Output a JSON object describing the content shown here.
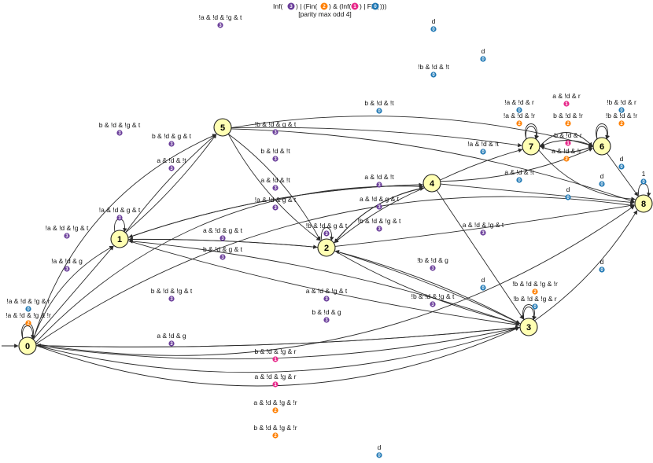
{
  "title": {
    "acceptance_parts": [
      "Inf(",
      "3",
      ") | (Fin(",
      "2",
      ") & (Inf(",
      "1",
      ") | Fin(",
      "0",
      ")))"
    ],
    "subtitle": "[parity max odd 4]"
  },
  "mark_colors": {
    "0": "#1f78b4",
    "1": "#e7298a",
    "2": "#ff7f00",
    "3": "#6a3d9a"
  },
  "states": [
    {
      "id": "0",
      "initial": true
    },
    {
      "id": "1"
    },
    {
      "id": "2"
    },
    {
      "id": "3"
    },
    {
      "id": "4"
    },
    {
      "id": "5"
    },
    {
      "id": "6"
    },
    {
      "id": "7"
    },
    {
      "id": "8"
    }
  ],
  "edges": [
    {
      "from": "0",
      "to": "0",
      "label": "!a & !d & !g & r",
      "mark": "0"
    },
    {
      "from": "0",
      "to": "0",
      "label": "!a & !d & !g & !r",
      "mark": "2"
    },
    {
      "from": "0",
      "to": "1",
      "label": "!a & !d & g",
      "mark": "3"
    },
    {
      "from": "0",
      "to": "1",
      "label": "!a & !d & !g & t",
      "mark": "3"
    },
    {
      "from": "0",
      "to": "5",
      "label": "b & !d & !g & t",
      "mark": "3"
    },
    {
      "from": "0",
      "to": "4",
      "label": "!a & !d & !g & t",
      "mark": "3"
    },
    {
      "from": "0",
      "to": "8",
      "label": "d",
      "mark": "0"
    },
    {
      "from": "0",
      "to": "3",
      "label": "b & !d & !g & r",
      "mark": "1"
    },
    {
      "from": "0",
      "to": "3",
      "label": "a & !d & !g & r",
      "mark": "1"
    },
    {
      "from": "0",
      "to": "3",
      "label": "a & !d & !g & !r",
      "mark": "2"
    },
    {
      "from": "0",
      "to": "3",
      "label": "b & !d & !g & !r",
      "mark": "2"
    },
    {
      "from": "0",
      "to": "8",
      "label": "d",
      "mark": "0"
    },
    {
      "from": "1",
      "to": "1",
      "label": "!a & !d & g & t",
      "mark": "3"
    },
    {
      "from": "1",
      "to": "5",
      "label": "b & !d & g & t",
      "mark": "3"
    },
    {
      "from": "1",
      "to": "5",
      "label": "a & !d & !t",
      "mark": "3"
    },
    {
      "from": "1",
      "to": "4",
      "label": "a & !d & !t",
      "mark": "3"
    },
    {
      "from": "1",
      "to": "2",
      "label": "a & !d & g & t",
      "mark": "3"
    },
    {
      "from": "2",
      "to": "1",
      "label": "b & !d & g & t",
      "mark": "3"
    },
    {
      "from": "1",
      "to": "3",
      "label": "b & !d & !g & t",
      "mark": "3"
    },
    {
      "from": "5",
      "to": "8",
      "label": "d",
      "mark": "0"
    },
    {
      "from": "5",
      "to": "6",
      "label": "!b & !d & !t",
      "mark": "0"
    },
    {
      "from": "5",
      "to": "7",
      "label": "b & !d & !t",
      "mark": "0"
    },
    {
      "from": "5",
      "to": "2",
      "label": "!b & !d & g & t",
      "mark": "3"
    },
    {
      "from": "5",
      "to": "2",
      "label": "b & !d & !t",
      "mark": "3"
    },
    {
      "from": "2",
      "to": "2",
      "label": "!b & !d & g & t",
      "mark": "3"
    },
    {
      "from": "2",
      "to": "4",
      "label": "a & !d & !t",
      "mark": "3"
    },
    {
      "from": "4",
      "to": "1",
      "label": "!a & !d & g & t",
      "mark": "3"
    },
    {
      "from": "4",
      "to": "2",
      "label": "a & !d & g & t",
      "mark": "3"
    },
    {
      "from": "4",
      "to": "2",
      "label": "!b & !d & !g & t",
      "mark": "3"
    },
    {
      "from": "4",
      "to": "7",
      "label": "!a & !d & !t",
      "mark": "0"
    },
    {
      "from": "4",
      "to": "6",
      "label": "a & !d & !t",
      "mark": "0"
    },
    {
      "from": "4",
      "to": "8",
      "label": "d",
      "mark": "0"
    },
    {
      "from": "4",
      "to": "3",
      "label": "a & !d & !g & t",
      "mark": "3"
    },
    {
      "from": "2",
      "to": "8",
      "label": "d",
      "mark": "0"
    },
    {
      "from": "2",
      "to": "3",
      "label": "!b & !d & g",
      "mark": "3"
    },
    {
      "from": "2",
      "to": "3",
      "label": "!b & !d & !g & t",
      "mark": "3"
    },
    {
      "from": "3",
      "to": "2",
      "label": "a & !d & !g & t",
      "mark": "3"
    },
    {
      "from": "3",
      "to": "0",
      "label": "a & !d & g",
      "mark": "3"
    },
    {
      "from": "3",
      "to": "1",
      "label": "b & !d & g",
      "mark": "3"
    },
    {
      "from": "3",
      "to": "3",
      "label": "!b & !d & !g & !r",
      "mark": "2"
    },
    {
      "from": "3",
      "to": "3",
      "label": "!b & !d & !g & r",
      "mark": "0"
    },
    {
      "from": "3",
      "to": "8",
      "label": "d",
      "mark": "0"
    },
    {
      "from": "3",
      "to": "5",
      "label": "",
      "mark": ""
    },
    {
      "from": "7",
      "to": "7",
      "label": "!a & !d & r",
      "mark": "0"
    },
    {
      "from": "7",
      "to": "7",
      "label": "!a & !d & !r",
      "mark": "2"
    },
    {
      "from": "7",
      "to": "6",
      "label": "a & !d & r",
      "mark": "1"
    },
    {
      "from": "7",
      "to": "6",
      "label": "a & !d & !r",
      "mark": "2"
    },
    {
      "from": "6",
      "to": "7",
      "label": "b & !d & !r",
      "mark": "2"
    },
    {
      "from": "6",
      "to": "7",
      "label": "b & !d & r",
      "mark": "1"
    },
    {
      "from": "6",
      "to": "6",
      "label": "!b & !d & r",
      "mark": "0"
    },
    {
      "from": "6",
      "to": "6",
      "label": "!b & !d & !r",
      "mark": "2"
    },
    {
      "from": "7",
      "to": "8",
      "label": "d",
      "mark": "0"
    },
    {
      "from": "6",
      "to": "8",
      "label": "d",
      "mark": "0"
    },
    {
      "from": "8",
      "to": "8",
      "label": "1",
      "mark": "0"
    }
  ]
}
